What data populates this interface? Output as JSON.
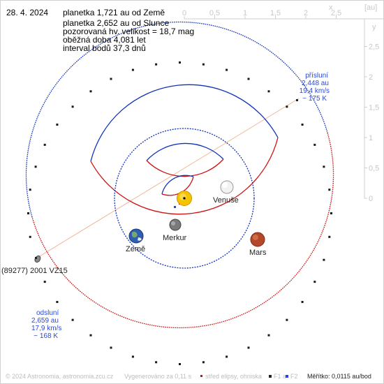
{
  "header": {
    "date": "28. 4. 2024",
    "lines": [
      "planetka 1,721 au od Země",
      "planetka 2,652 au od Slunce",
      "pozorovaná hv. velikost = 18,7 mag",
      "oběžná doba 4,081 let",
      "interval bodů 37,3 dnů"
    ]
  },
  "axes": {
    "x_ticks": [
      "0",
      "0,5",
      "1",
      "1,5",
      "2",
      "2,5"
    ],
    "x_name": "x",
    "unit": "[au]",
    "y_ticks": [
      "2,5",
      "2",
      "1,5",
      "1",
      "0,5",
      "0"
    ],
    "y_name": "y"
  },
  "bodies": {
    "venus": "Venuše",
    "mercury": "Merkur",
    "earth": "Země",
    "mars": "Mars",
    "asteroid": "(89277) 2001 VZ15"
  },
  "perihelion": {
    "title": "přísluní",
    "distance": "2,448 au",
    "speed": "19,4 km/s",
    "temp": "~ 175 K"
  },
  "aphelion": {
    "title": "odsluní",
    "distance": "2,659 au",
    "speed": "17,9 km/s",
    "temp": "~ 168 K"
  },
  "footer": {
    "copyright": "© 2024 Astronomia, astronomia.zcu.cz",
    "generated": "Vygenerováno za 0,11 s",
    "legend_center": "střed elipsy, ohniska",
    "legend_f1": "F1 a",
    "legend_f2": "F2",
    "scale": "Měřítko: 0,0115 au/bod"
  },
  "colors": {
    "above_ecliptic": "#cc1111",
    "below_ecliptic": "#1133bb",
    "apsides_line": "#f0b090",
    "sun": "#f5c400"
  }
}
